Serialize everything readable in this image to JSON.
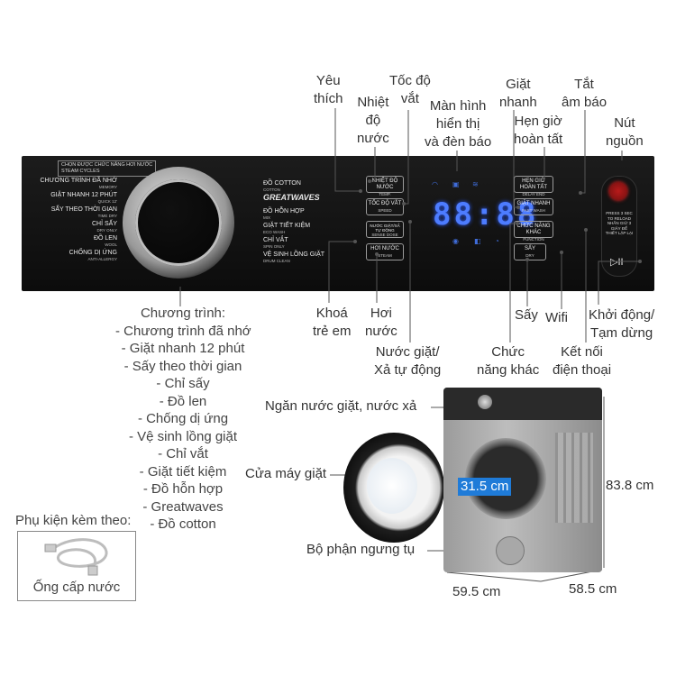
{
  "callouts": {
    "favorite": [
      "Yêu",
      "thích"
    ],
    "temperature": [
      "Nhiệt",
      "độ",
      "nước"
    ],
    "speed": [
      "Tốc độ",
      "vắt"
    ],
    "display": [
      "Màn hình",
      "hiển thị",
      "và đèn báo"
    ],
    "quick_wash": [
      "Giặt",
      "nhanh"
    ],
    "delay_end": [
      "Hẹn giờ",
      "hoàn tất"
    ],
    "mute": [
      "Tắt",
      "âm báo"
    ],
    "power": [
      "Nút",
      "nguồn"
    ],
    "child_lock": [
      "Khoá",
      "trẻ em"
    ],
    "steam": [
      "Hơi",
      "nước"
    ],
    "auto_dose": [
      "Nước giặt/",
      "Xả tự động"
    ],
    "dry": [
      "Sấy"
    ],
    "function": [
      "Chức",
      "năng khác"
    ],
    "wifi": [
      "Wifi"
    ],
    "phone_connect": [
      "Kết nối",
      "điện thoại"
    ],
    "start_pause": [
      "Khởi động/",
      "Tạm dừng"
    ]
  },
  "panel": {
    "steam_cycles": "CHỌN ĐƯỢC CHỨC NĂNG HƠI NƯỚC",
    "steam_cycles_en": "STEAM CYCLES",
    "left_programs": [
      {
        "vi": "CHƯƠNG TRÌNH ĐÃ NHỚ",
        "en": "MEMORY"
      },
      {
        "vi": "GIẶT NHANH 12 PHÚT",
        "en": "QUICK 12'"
      },
      {
        "vi": "SẤY THEO THỜI GIAN",
        "en": "TIME DRY"
      },
      {
        "vi": "CHỈ SẤY",
        "en": "DRY ONLY"
      },
      {
        "vi": "ĐỒ LEN",
        "en": "WOOL"
      },
      {
        "vi": "CHỐNG DỊ ỨNG",
        "en": "ANTI-ALLERGY"
      }
    ],
    "right_programs": [
      {
        "vi": "ĐỒ COTTON",
        "en": "COTTON"
      },
      {
        "vi": "GREATWAVES",
        "en": ""
      },
      {
        "vi": "ĐỒ HỖN HỢP",
        "en": "MIX"
      },
      {
        "vi": "GIẶT TIẾT KIỆM",
        "en": "ECO WASH"
      },
      {
        "vi": "CHỈ VẮT",
        "en": "SPIN ONLY"
      },
      {
        "vi": "VỆ SINH LỒNG GIẶT",
        "en": "DRUM CLEAN"
      }
    ],
    "buttons": {
      "temp": {
        "vi": "NHIỆT ĐỘ NƯỚC",
        "en": "TEMP."
      },
      "speed": {
        "vi": "TỐC ĐỘ VẮT",
        "en": "SPEED"
      },
      "dose": {
        "vi": "NƯỚC GIẶT/XẢ TỰ ĐỘNG",
        "en": "SENSE DOSE"
      },
      "steam": {
        "vi": "HƠI NƯỚC",
        "en": "STEAM"
      },
      "delay": {
        "vi": "HẸN GIỜ HOÀN TẤT",
        "en": "DELAY END"
      },
      "quick": {
        "vi": "GIẶT NHANH",
        "en": "FAST WASH"
      },
      "function": {
        "vi": "CHỨC NĂNG KHÁC",
        "en": "FUNCTION"
      },
      "dry": {
        "vi": "SẤY",
        "en": "DRY"
      }
    },
    "display_value": "88:88",
    "power_text": "PRESS 3 SEC TO RELOAD NHẤN GIỮ 3 GIÂY ĐỂ THIẾT LẬP LẠI",
    "start_symbol": "▷II"
  },
  "programs": {
    "heading": "Chương trình:",
    "items": [
      "- Chương trình đã nhớ",
      "- Giặt nhanh 12 phút",
      "- Sấy theo thời gian",
      "- Chỉ sấy",
      "- Đồ len",
      "- Chống dị ứng",
      "- Vệ sinh lồng giặt",
      "- Chỉ vắt",
      "- Giặt tiết kiệm",
      "- Đồ hỗn hợp",
      "- Greatwaves",
      "- Đồ cotton"
    ]
  },
  "accessory": {
    "label": "Phụ kiện kèm theo:",
    "item": "Ống cấp nước"
  },
  "washer": {
    "detergent_tray": "Ngăn nước giặt, nước xả",
    "door": "Cửa máy giặt",
    "condenser": "Bộ phận ngưng tụ",
    "door_diameter": "31.5 cm",
    "height": "83.8 cm",
    "width": "59.5 cm",
    "depth": "58.5 cm"
  },
  "colors": {
    "panel": "#111111",
    "display": "#4d7cff",
    "dimension_badge": "#1f7bd8"
  }
}
